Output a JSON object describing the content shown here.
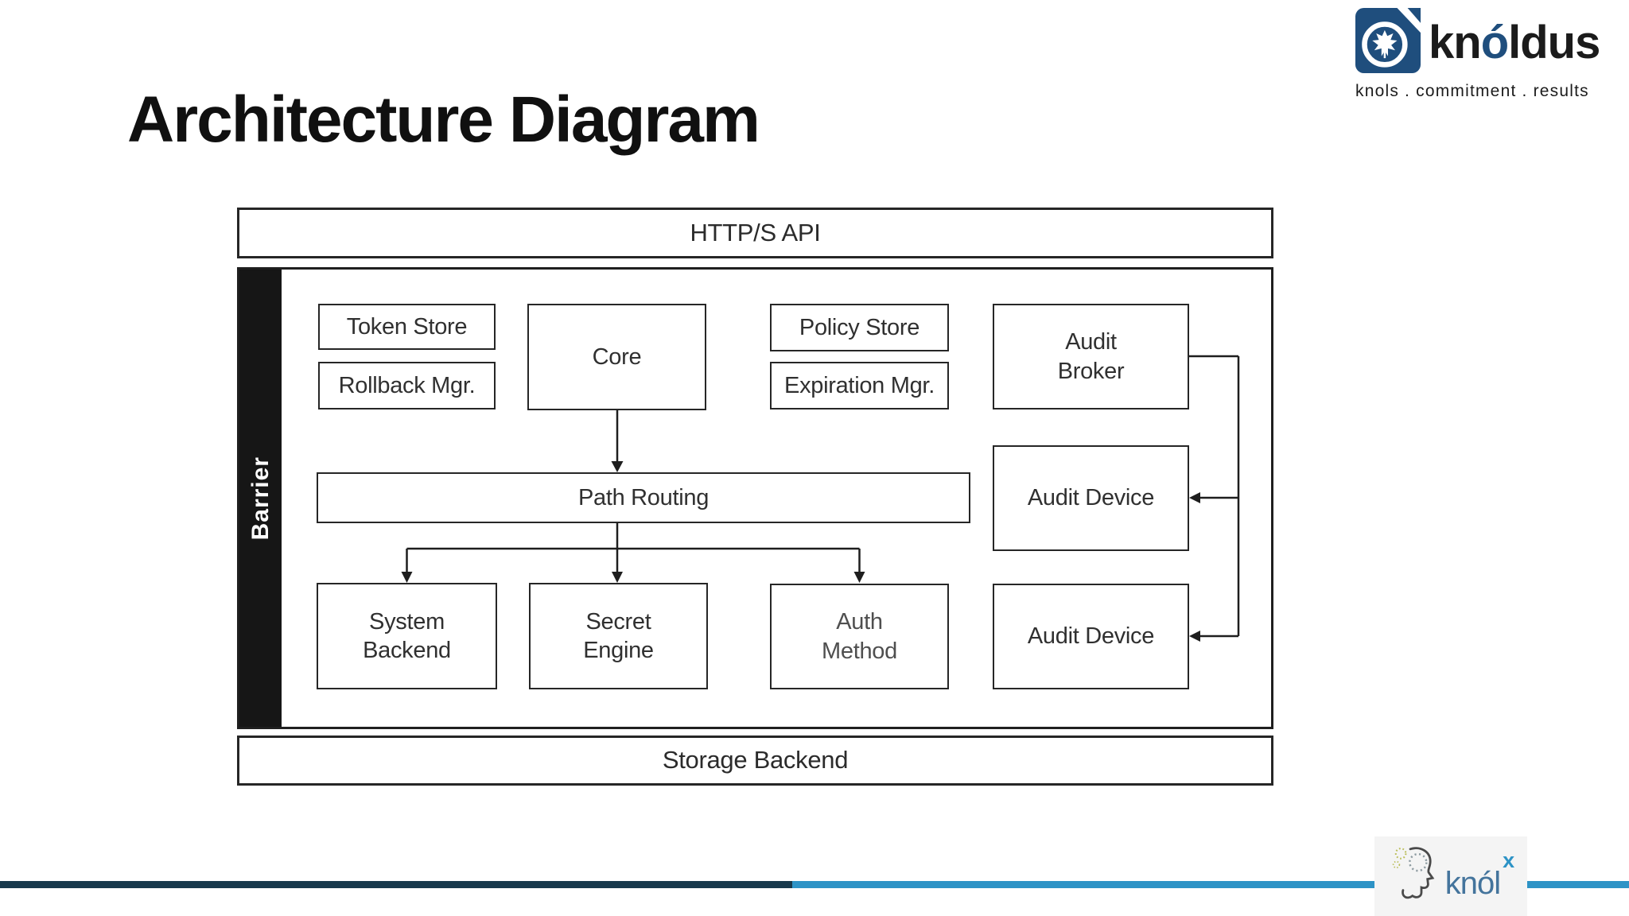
{
  "header": {
    "title": "Architecture Diagram"
  },
  "brand": {
    "name": "knoldus",
    "wordmark_prefix": "kn",
    "wordmark_accent": "ó",
    "wordmark_suffix": "ldus",
    "tagline": "knols . commitment . results",
    "brand_blue": "#1f4e7d"
  },
  "diagram": {
    "nodes": {
      "http_api": "HTTP/S API",
      "barrier": "Barrier",
      "token_store": "Token Store",
      "rollback_mgr": "Rollback Mgr.",
      "core": "Core",
      "policy_store": "Policy Store",
      "expiration_mgr": "Expiration Mgr.",
      "audit_broker": [
        "Audit",
        "Broker"
      ],
      "path_routing": "Path Routing",
      "system_backend": [
        "System",
        "Backend"
      ],
      "secret_engine": [
        "Secret",
        "Engine"
      ],
      "auth_method": [
        "Auth",
        "Method"
      ],
      "audit_device": "Audit Device",
      "storage_backend": "Storage Backend"
    },
    "colors": {
      "box_border": "#262626",
      "label_text": "#303030",
      "auth_method_label": "#4f4f4f",
      "barrier_background": "#161616",
      "barrier_text": "#ffffff",
      "connector": "#1e1e1e"
    }
  },
  "footer": {
    "rule_navy_color": "#17394c",
    "rule_blue_color": "#2d93c6",
    "knolx": {
      "text": "knól",
      "superscript": "x"
    }
  }
}
